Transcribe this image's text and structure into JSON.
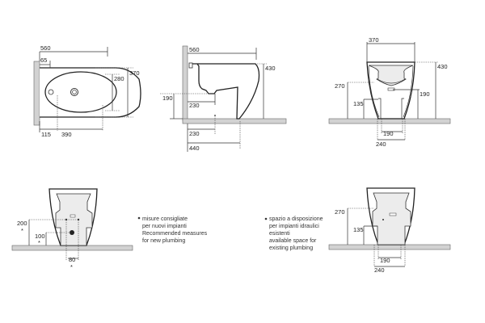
{
  "diagram": {
    "subject": "Floor-standing bidet technical drawing (mm)",
    "views": {
      "top_view": {
        "dims": {
          "overall_depth": "560",
          "tap_hole_offset": "65",
          "bowl_width": "280",
          "overall_width": "370",
          "rear_offset": "115",
          "bowl_length": "390"
        }
      },
      "side_view": {
        "dims": {
          "overall_depth": "560",
          "height": "430",
          "outlet_height": "190",
          "outlet_distance_upper": "230",
          "outlet_distance_lower": "230",
          "foot_depth": "440"
        }
      },
      "front_view": {
        "dims": {
          "overall_width": "370",
          "height": "430",
          "left_upper": "270",
          "left_lower": "135",
          "right_outlet": "190",
          "inner_base": "190",
          "outer_base": "240"
        }
      },
      "new_plumbing_view": {
        "dims": {
          "supply_height": "200",
          "drain_height": "100",
          "supply_spacing": "80"
        },
        "asterisk": "*"
      },
      "existing_plumbing_view": {
        "dims": {
          "upper": "270",
          "lower": "135",
          "inner_base": "190",
          "outer_base": "240"
        }
      }
    },
    "notes": {
      "new_plumbing": [
        "misure consigliate",
        "per nuovi impianti",
        "Recommended measures",
        "for new plumbing"
      ],
      "existing_plumbing": [
        "spazio a disposizione",
        "per impianti idraulici",
        "esistenti",
        "available space for",
        "existing plumbing"
      ]
    }
  }
}
